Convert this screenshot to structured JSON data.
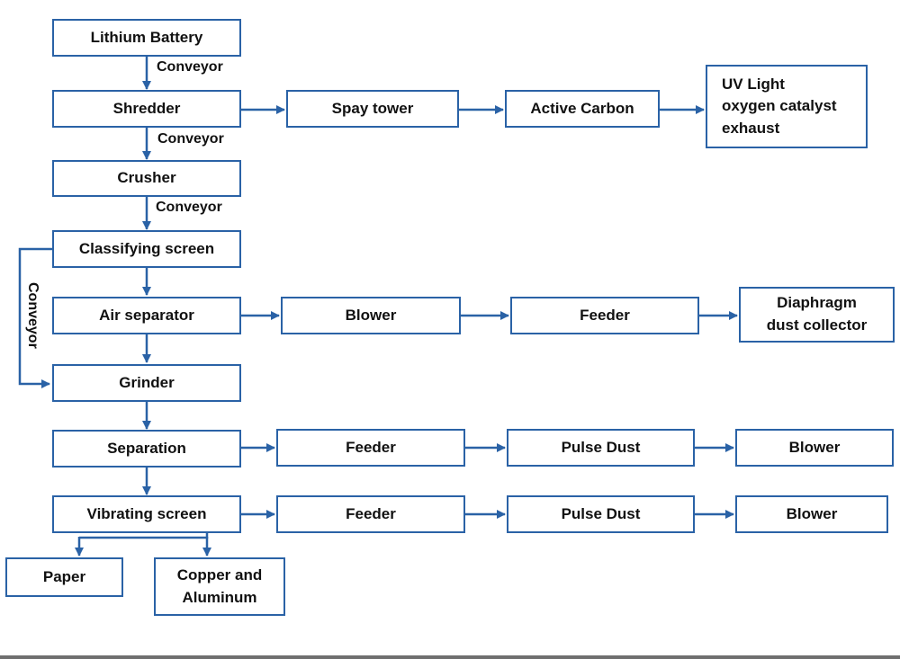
{
  "colors": {
    "box_border": "#2a62a6",
    "arrow": "#2a62a6",
    "text": "#111111",
    "background": "#ffffff"
  },
  "nodes": {
    "lithium_battery": "Lithium Battery",
    "shredder": "Shredder",
    "spray_tower": "Spay tower",
    "active_carbon": "Active Carbon",
    "uv_light": "UV Light\noxygen catalyst\nexhaust",
    "crusher": "Crusher",
    "classifying_screen": "Classifying screen",
    "air_separator": "Air separator",
    "blower_1": "Blower",
    "feeder_1": "Feeder",
    "diaphragm": "Diaphragm\ndust collector",
    "grinder": "Grinder",
    "separation": "Separation",
    "feeder_2": "Feeder",
    "pulse_dust_1": "Pulse Dust",
    "blower_2": "Blower",
    "vibrating_screen": "Vibrating screen",
    "feeder_3": "Feeder",
    "pulse_dust_2": "Pulse Dust",
    "blower_3": "Blower",
    "paper": "Paper",
    "copper_aluminum": "Copper and\nAluminum"
  },
  "edge_labels": {
    "conveyor_1": "Conveyor",
    "conveyor_2": "Conveyor",
    "conveyor_3": "Conveyor",
    "conveyor_side": "Conveyor"
  }
}
